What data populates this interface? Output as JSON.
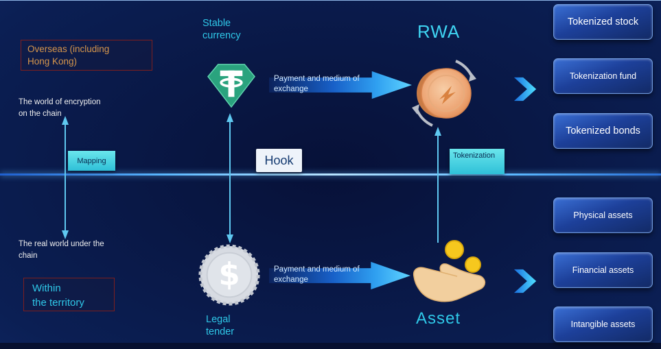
{
  "left": {
    "overseas_box": "Overseas (including\nHong Kong)",
    "chain_text": "The world of encryption\non the chain",
    "mapping_label": "Mapping",
    "real_world_text": "The real world under the\n chain",
    "territory_box": "Within\nthe territory"
  },
  "center": {
    "stable_currency": "Stable\ncurrency",
    "hook_label": "Hook",
    "rwa_title": "RWA",
    "payment_top": "Payment and medium of\nexchange",
    "payment_bottom": "Payment and medium of\nexchange",
    "tokenization_label": "Tokenization",
    "legal_tender": "Legal\ntender",
    "asset_title": "Asset",
    "dollar_sign": "$"
  },
  "right_panel": {
    "top_items": [
      "Tokenized stock",
      "Tokenization fund",
      "Tokenized bonds"
    ],
    "bottom_items": [
      "Physical assets",
      "Financial assets",
      "Intangible assets"
    ]
  },
  "icons": {
    "tether": "tether-stablecoin-icon",
    "rwa_coin": "rwa-coin-icon",
    "dollar_coin": "dollar-coin-icon",
    "asset_hand": "hand-with-coins-icon",
    "chevron": "chevron-right-icon"
  },
  "colors": {
    "accent_cyan": "#3fd0ee",
    "arrow_blue": "#2f9ff0",
    "tether_green": "#2aa37e",
    "coin_orange": "#e8935f",
    "coin_gold": "#f6c81e",
    "red_border": "#7d1f1f",
    "panel_blue": "#1d409a"
  }
}
